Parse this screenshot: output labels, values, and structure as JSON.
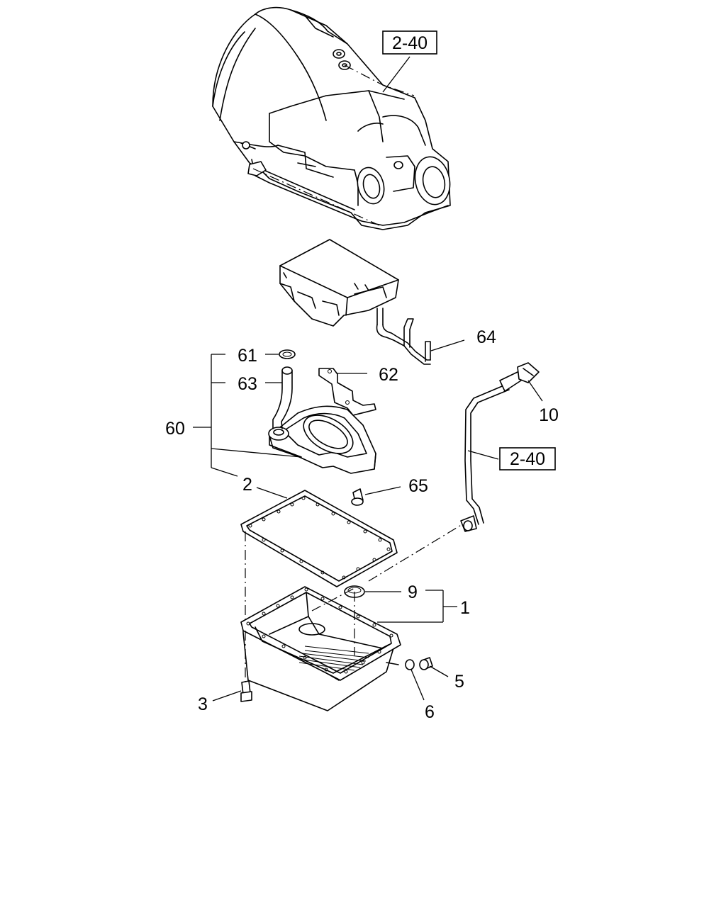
{
  "callouts": {
    "ref_top": "2-40",
    "ref_pipe": "2-40",
    "c1": "1",
    "c2": "2",
    "c3": "3",
    "c5": "5",
    "c6": "6",
    "c9": "9",
    "c10": "10",
    "c60": "60",
    "c61": "61",
    "c62": "62",
    "c63": "63",
    "c64": "64",
    "c65": "65"
  }
}
